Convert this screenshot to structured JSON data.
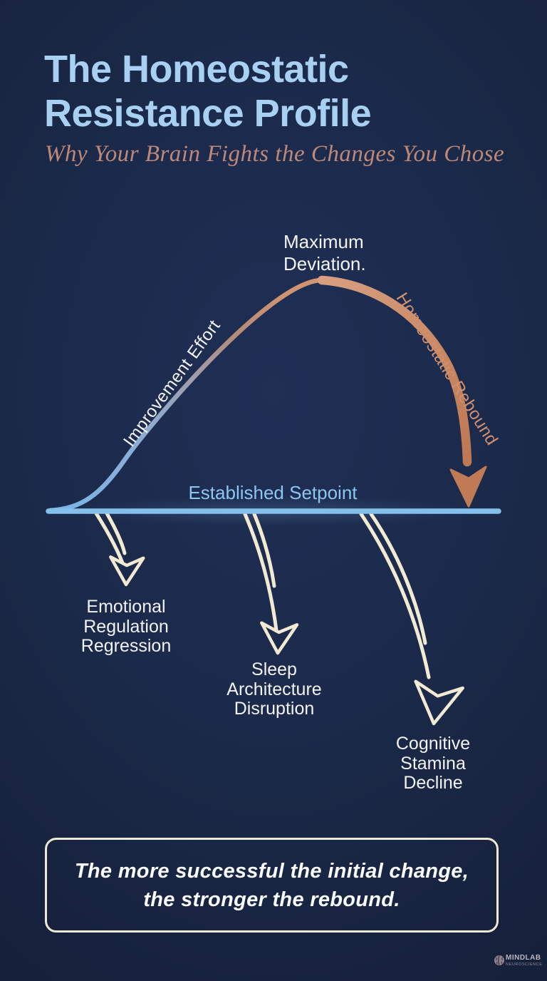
{
  "colors": {
    "background": "#1b2a4a",
    "title_blue": "#a7d0f3",
    "subtitle_rose": "#bd8878",
    "curve_blue": "#7ab5ea",
    "curve_copper": "#c9855f",
    "baseline_blue": "#85c0ec",
    "setpoint_label_blue": "#8ec5ee",
    "arrow_cream": "#f2ead2",
    "text_white": "#f2f3f5"
  },
  "header": {
    "title_line1": "The Homeostatic",
    "title_line2": "Resistance Profile",
    "subtitle": "Why Your Brain Fights the Changes You Chose"
  },
  "diagram": {
    "peak_label": {
      "line1": "Maximum",
      "line2": "Deviation."
    },
    "rising_label": "Improvement Effort",
    "falling_label": "Homeostatic Rebound",
    "baseline_label": "Established Setpoint",
    "consequences": [
      {
        "line1": "Emotional",
        "line2": "Regulation",
        "line3": "Regression"
      },
      {
        "line1": "Sleep",
        "line2": "Architecture",
        "line3": "Disruption"
      },
      {
        "line1": "Cognitive",
        "line2": "Stamina",
        "line3": "Decline"
      }
    ]
  },
  "footer": {
    "quote_line1": "The more successful the initial change,",
    "quote_line2": "the stronger the rebound."
  },
  "brand": {
    "name": "MINDLAB",
    "tagline": "NEUROSCIENCE"
  }
}
